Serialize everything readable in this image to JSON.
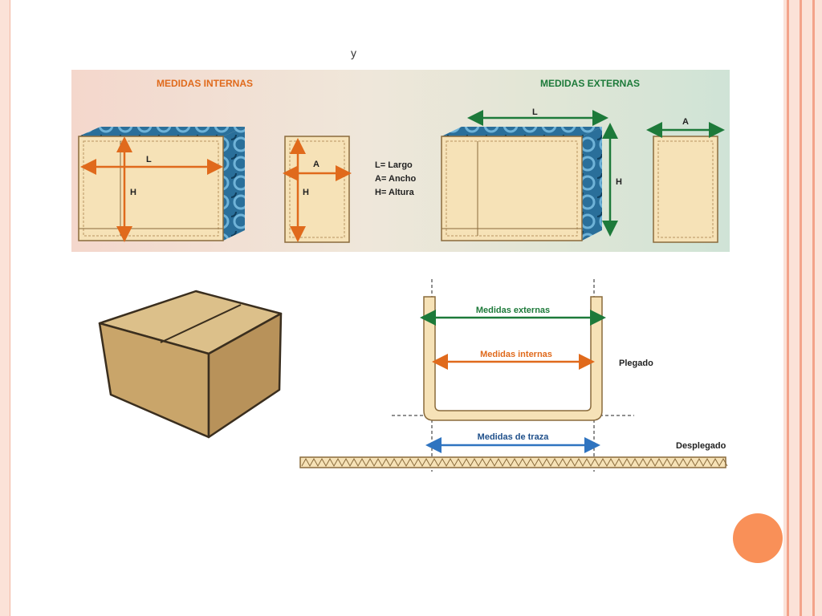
{
  "slide": {
    "title_fragment": "y"
  },
  "panel": {
    "internal_heading": "MEDIDAS INTERNAS",
    "external_heading": "MEDIDAS EXTERNAS",
    "dims": {
      "L": "L",
      "A": "A",
      "H": "H"
    },
    "legend": [
      "L= Largo",
      "A= Ancho",
      "H= Altura"
    ]
  },
  "diagram": {
    "external": "Medidas externas",
    "internal": "Medidas internas",
    "folded": "Plegado",
    "trace": "Medidas de traza",
    "unfolded": "Desplegado"
  },
  "colors": {
    "orange": "#e06a1c",
    "green": "#1d7a3a",
    "blue": "#2f74c0",
    "cardboard": "#f6e2b7",
    "accent_dot": "#f99058"
  }
}
